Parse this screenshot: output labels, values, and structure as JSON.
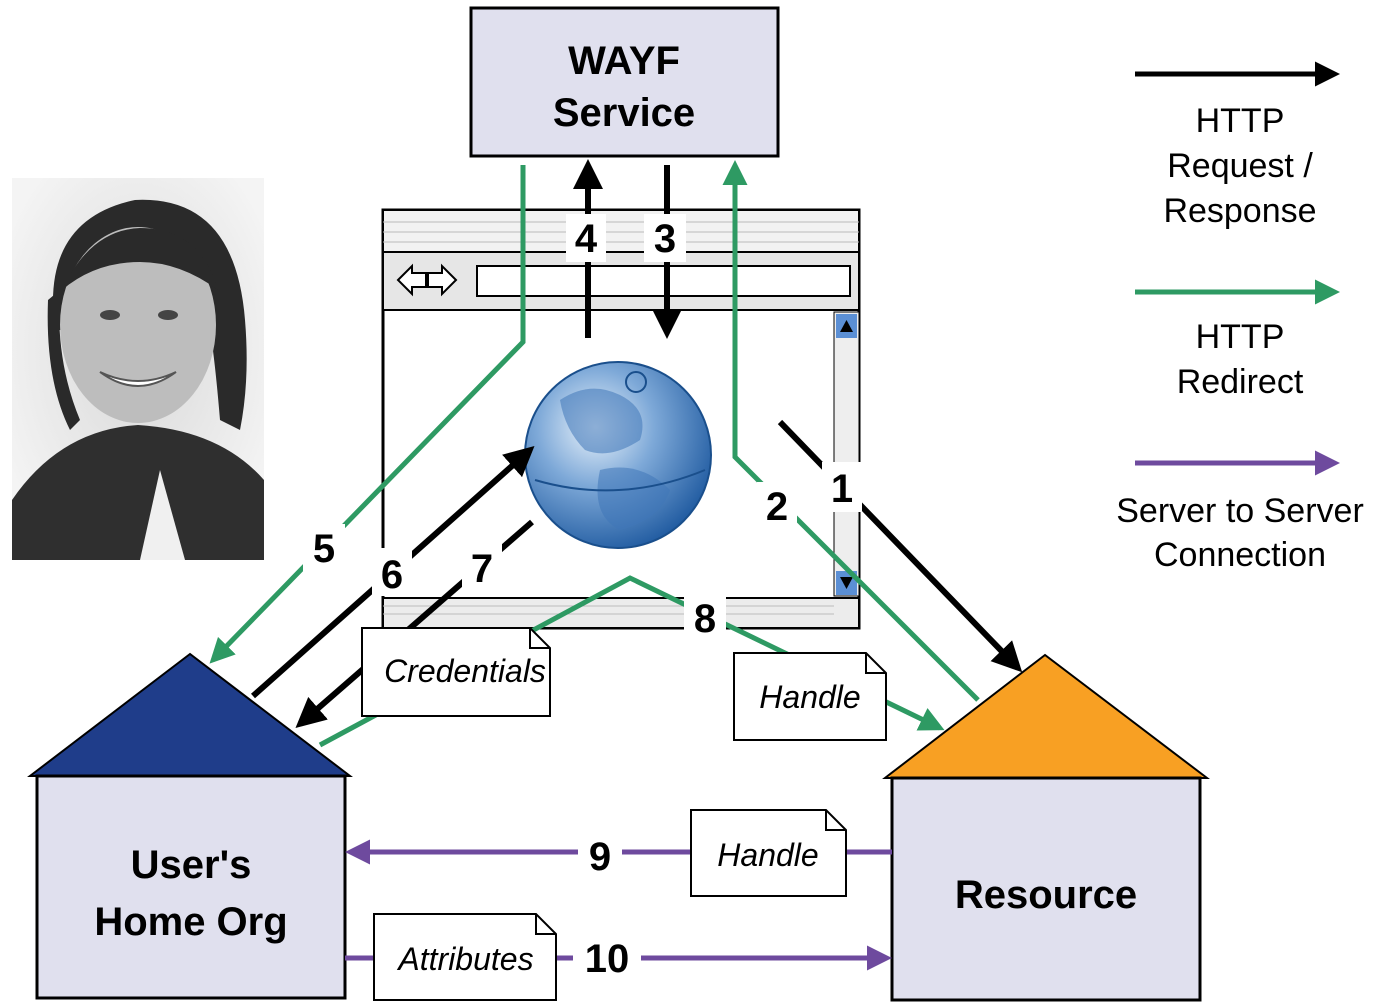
{
  "colors": {
    "request": "#000000",
    "redirect": "#2e9a63",
    "server": "#6e4a9e",
    "box_fill": "#e0e0ee",
    "home_roof": "#1f3d8a",
    "resource_roof": "#f8a023",
    "globe": "#4a86c8"
  },
  "wayf": {
    "line1": "WAYF",
    "line2": "Service"
  },
  "home_org": {
    "line1": "User's",
    "line2": "Home Org"
  },
  "resource": {
    "label": "Resource"
  },
  "documents": {
    "credentials": "Credentials",
    "handle_top": "Handle",
    "handle_mid": "Handle",
    "attributes": "Attributes"
  },
  "steps": {
    "s1": "1",
    "s2": "2",
    "s3": "3",
    "s4": "4",
    "s5": "5",
    "s6": "6",
    "s7": "7",
    "s8": "8",
    "s9": "9",
    "s10": "10"
  },
  "legend": {
    "request": {
      "line1": "HTTP",
      "line2": "Request /",
      "line3": "Response",
      "color": "#000000"
    },
    "redirect": {
      "line1": "HTTP",
      "line2": "Redirect",
      "color": "#2e9a63"
    },
    "server": {
      "line1": "Server to Server",
      "line2": "Connection",
      "color": "#6e4a9e"
    }
  },
  "icons": {
    "person_photo": "person-photo",
    "browser": "browser-window-icon",
    "globe": "globe-icon",
    "nav": "back-forward-arrows-icon"
  }
}
